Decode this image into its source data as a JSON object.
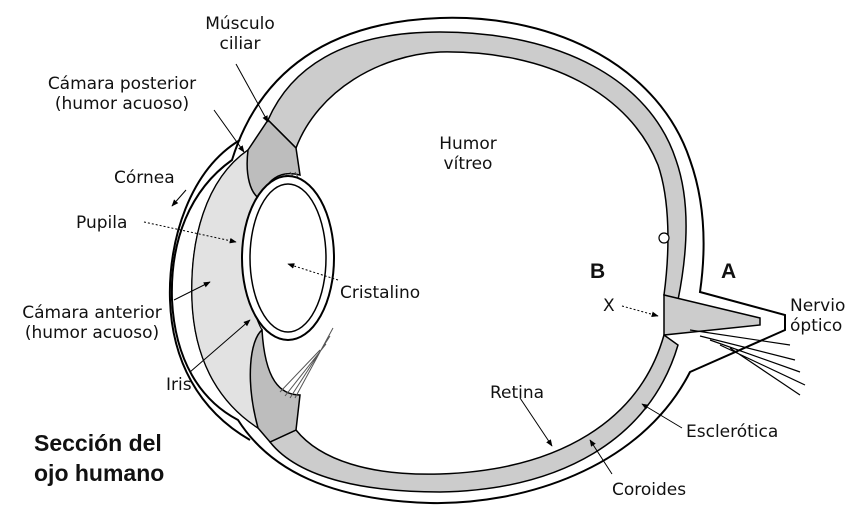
{
  "title_lines": [
    "Sección del",
    "ojo humano"
  ],
  "labels": {
    "musculo_ciliar": [
      "Músculo",
      "ciliar"
    ],
    "camara_posterior": [
      "Cámara posterior",
      "(humor acuoso)"
    ],
    "cornea": "Córnea",
    "pupila": "Pupila",
    "camara_anterior": [
      "Cámara anterior",
      "(humor acuoso)"
    ],
    "iris": "Iris",
    "humor_vitreo": [
      "Humor",
      "vítreo"
    ],
    "cristalino": "Cristalino",
    "retina": "Retina",
    "coroides": "Coroides",
    "esclerotica": "Esclerótica",
    "nervio_optico": [
      "Nervio",
      "óptico"
    ],
    "marker_a": "A",
    "marker_b": "B",
    "marker_x": "X"
  },
  "colors": {
    "line": "#000000",
    "gray_fill": "#cccccc",
    "light_fill": "#eeeeee",
    "white": "#ffffff",
    "text": "#111111"
  }
}
